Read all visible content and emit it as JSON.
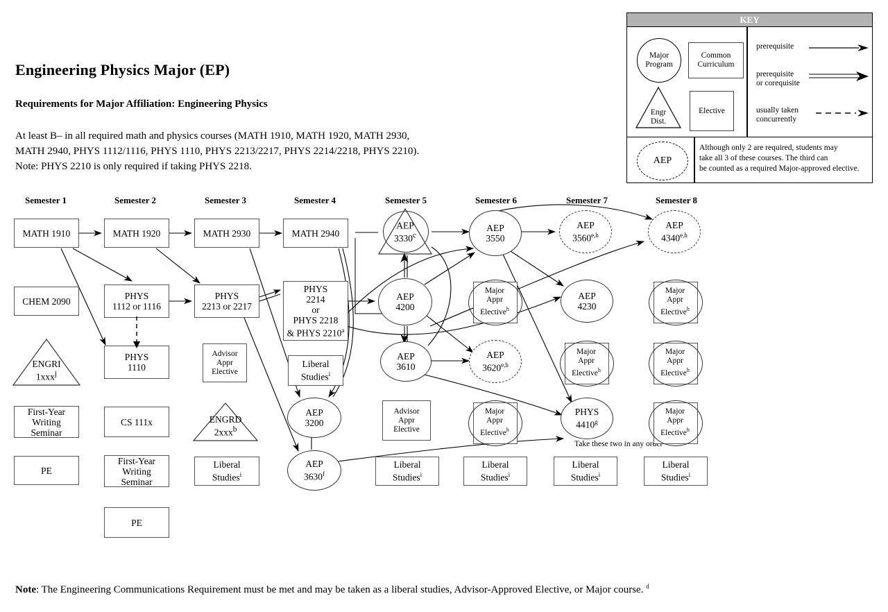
{
  "header": {
    "title": "Engineering Physics Major (EP)",
    "subtitle": "Requirements for Major Affiliation:  Engineering Physics",
    "requirements": "At least B– in all required math and physics courses (MATH 1910, MATH 1920, MATH 2930,\nMATH 2940, PHYS 1112/1116, PHYS 1110, PHYS 2213/2217, PHYS 2214/2218, PHYS 2210).\nNote: PHYS 2210 is only required if taking PHYS 2218."
  },
  "footnote": {
    "bold": "Note",
    "text": ": The Engineering Communications Requirement must be met and may be taken as a liberal studies, Advisor-Approved Elective, or Major course. ",
    "sup": "d"
  },
  "key": {
    "title": "KEY",
    "major_program": "Major\nProgram",
    "common_curriculum": "Common\nCurriculum",
    "engr_dist": "Engr\nDist.",
    "elective": "Elective",
    "legend": [
      {
        "label": "prerequisite",
        "style": "single-arrow"
      },
      {
        "label": "prerequisite\nor corequisite",
        "style": "double-arrow"
      },
      {
        "label": "usually taken\nconcurrently",
        "style": "dashed-arrow"
      }
    ],
    "aep_badge": "AEP",
    "aep_note": "Although only 2 are required, students may\ntake all 3 of these courses. The third can\nbe counted as a required Major-approved elective."
  },
  "semesters": [
    {
      "label": "Semester 1"
    },
    {
      "label": "Semester 2"
    },
    {
      "label": "Semester 3"
    },
    {
      "label": "Semester 4"
    },
    {
      "label": "Semester 5"
    },
    {
      "label": "Semester 6"
    },
    {
      "label": "Semester 7"
    },
    {
      "label": "Semester 8"
    }
  ],
  "annotation": {
    "take_two": "Take these two in any order"
  },
  "nodes": {
    "math1910": "MATH 1910",
    "chem2090": "CHEM 2090",
    "engri1xxx": "ENGRI\n1xxx",
    "engri1xxx_sup": "j",
    "fws1": "First-Year\nWriting\nSeminar",
    "pe1": "PE",
    "math1920": "MATH 1920",
    "phys1112": "PHYS\n1112 or 1116",
    "phys1110": "PHYS\n1110",
    "cs111x": "CS 111x",
    "fws2": "First-Year\nWriting\nSeminar",
    "pe2": "PE",
    "math2930": "MATH 2930",
    "phys2213": "PHYS\n2213 or 2217",
    "advisor3": "Advisor\nAppr\nElective",
    "engrd2xxx": "ENGRD\n2xxx",
    "engrd2xxx_sup": "b",
    "libstud3": "Liberal\nStudies",
    "libstud3_sup": "i",
    "math2940": "MATH 2940",
    "phys2214": "PHYS\n2214\nor\nPHYS 2218\n& PHYS 2210",
    "phys2214_sup": "a",
    "libstud4": "Liberal\nStudies",
    "libstud4_sup": "i",
    "aep3200": "AEP\n3200",
    "aep3630": "AEP\n3630",
    "aep3630_sup": "f",
    "aep3330": "AEP\n3330",
    "aep3330_sup": "c",
    "aep4200": "AEP\n4200",
    "aep3610": "AEP\n3610",
    "advisor5": "Advisor\nAppr\nElective",
    "libstud5": "Liberal\nStudies",
    "libstud5_sup": "i",
    "aep3550": "AEP\n3550",
    "maj6a": "Major\nAppr\nElective",
    "maj6a_sup": "h",
    "aep3620": "AEP\n3620",
    "aep3620_sup": "e,h",
    "maj6b": "Major\nAppr\nElective",
    "maj6b_sup": "h",
    "libstud6": "Liberal\nStudies",
    "libstud6_sup": "i",
    "aep3560": "AEP\n3560",
    "aep3560_sup": "e,h",
    "aep4230": "AEP\n4230",
    "maj7a": "Major\nAppr\nElective",
    "maj7a_sup": "h",
    "phys4410": "PHYS\n4410",
    "phys4410_sup": "g",
    "libstud7": "Liberal\nStudies",
    "libstud7_sup": "i",
    "aep4340": "AEP\n4340",
    "aep4340_sup": "e,h",
    "maj8a": "Major\nAppr\nElective",
    "maj8a_sup": "h",
    "maj8b": "Major\nAppr\nElective",
    "maj8b_sup": "h",
    "maj8c": "Major\nAppr\nElective",
    "maj8c_sup": "h",
    "libstud8": "Liberal\nStudies",
    "libstud8_sup": "i"
  },
  "colors": {
    "key_header_bg": "#b3b3b3",
    "box_border": "#555555",
    "line": "#000000"
  }
}
